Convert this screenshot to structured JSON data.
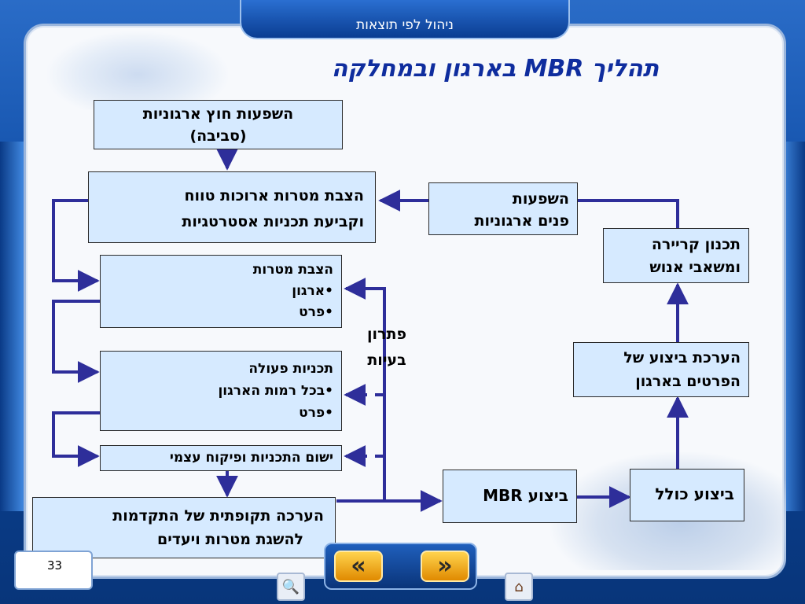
{
  "header": {
    "top_title": "ניהול לפי תוצאות",
    "slide_title": "תהליך MBR בארגון ובמחלקה"
  },
  "nodes": {
    "external": {
      "line1": "השפעות חוץ ארגוניות",
      "line2": "(סביבה)"
    },
    "long_term": {
      "line1": "הצבת מטרות ארוכות טווח",
      "line2": "וקביעת תכניות אסטרטגיות"
    },
    "internal": {
      "line1": "השפעות",
      "line2": "פנים ארגוניות"
    },
    "career": {
      "line1": "תכנון קריירה",
      "line2": "ומשאבי אנוש"
    },
    "goals": {
      "line1": "הצבת מטרות",
      "line2": "•ארגון",
      "line3": "•פרט"
    },
    "action_plans": {
      "line1": "תכניות פעולה",
      "line2": "•בכל רמות הארגון",
      "line3": "•פרט"
    },
    "implementation": {
      "line1": "ישום התכניות ופיקוח עצמי"
    },
    "periodic": {
      "line1": "הערכה תקופתית של התקדמות",
      "line2": "להשגת מטרות ויעדים"
    },
    "mbr_exec": {
      "line1": "ביצוע MBR"
    },
    "overall": {
      "line1": "ביצוע כולל"
    },
    "appraisal": {
      "line1": "הערכת ביצוע של",
      "line2": "הפרטים בארגון"
    }
  },
  "labels": {
    "problem_solving_1": "פתרון",
    "problem_solving_2": "בעיות"
  },
  "footer": {
    "page_number": "33",
    "prev_glyph": "«",
    "next_glyph": "»",
    "left_tool_icon": "🔍",
    "right_tool_icon": "⌂"
  },
  "colors": {
    "arrow": "#2e2e9a",
    "node_fill": "#d6eaff",
    "title": "#0f2d9e"
  }
}
